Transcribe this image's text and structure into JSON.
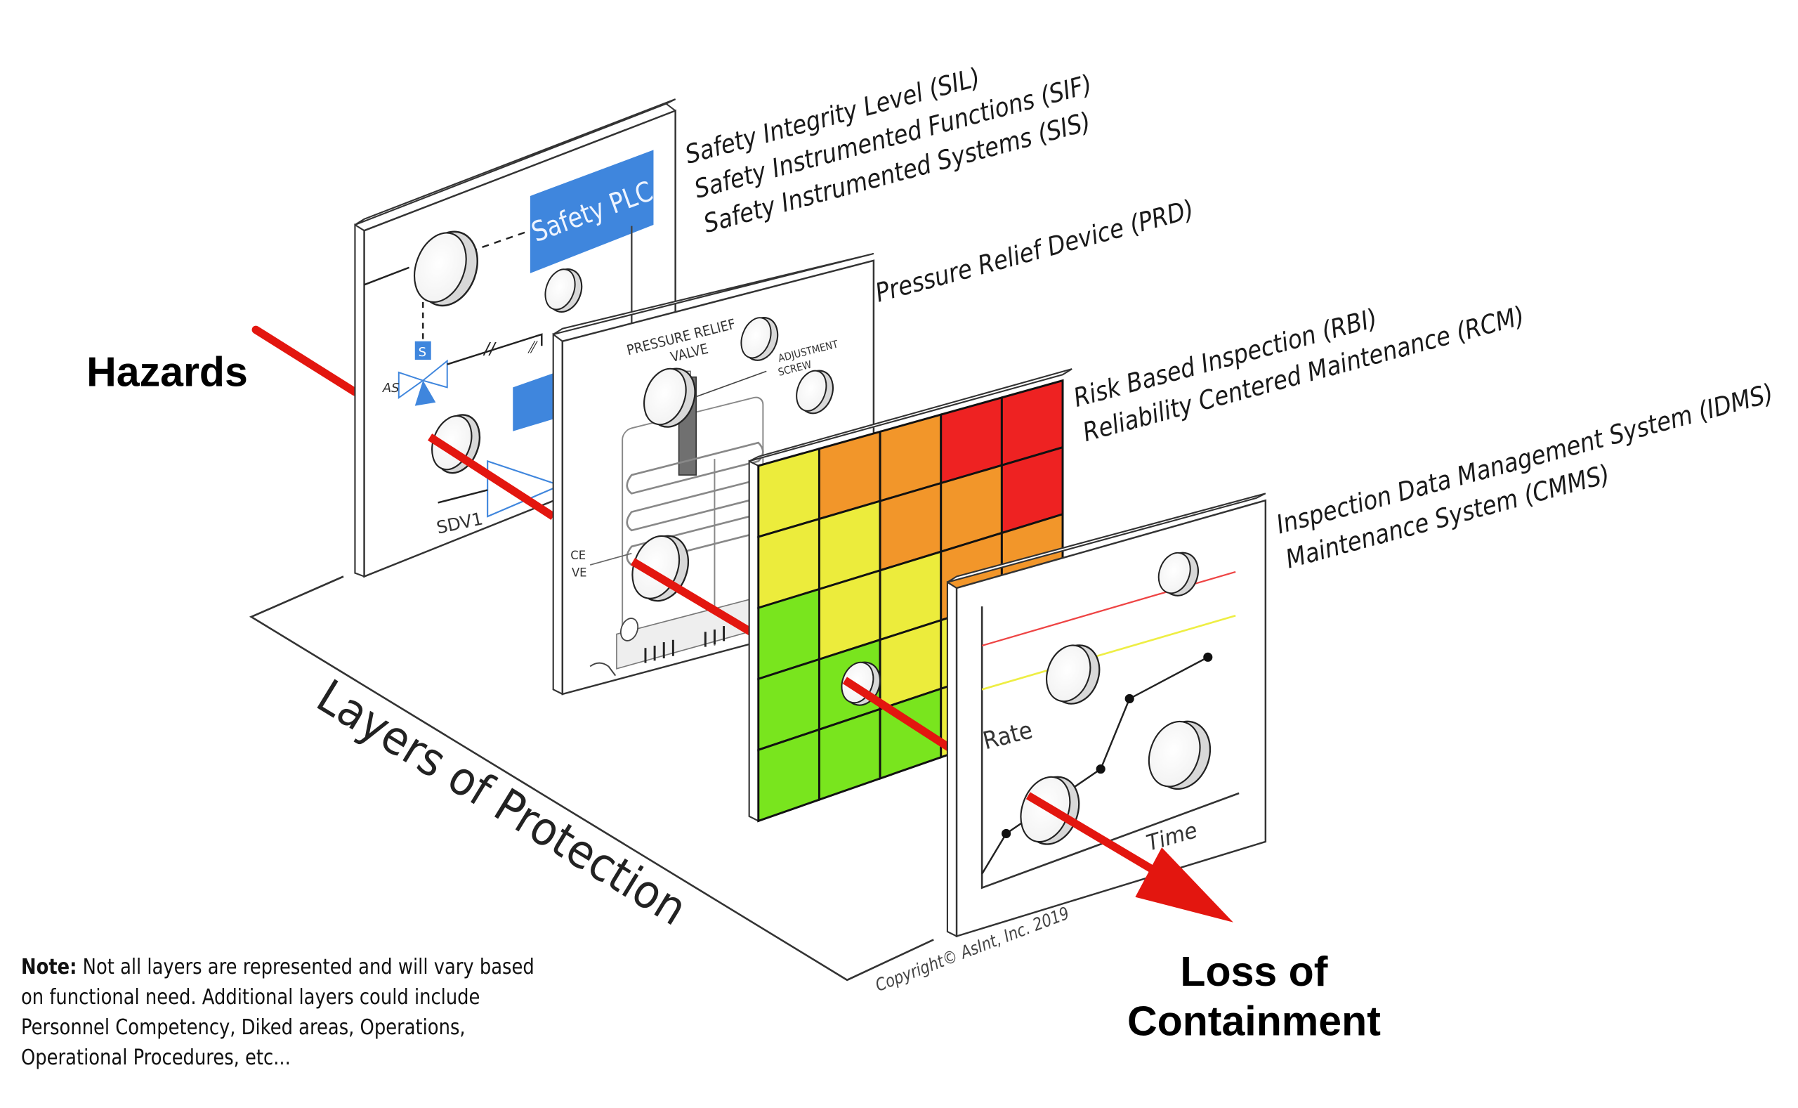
{
  "title": "Layers of Protection",
  "labels": {
    "hazards": "Hazards",
    "loss_line1": "Loss of",
    "loss_line2": "Containment",
    "layers_of_protection": "Layers of Protection",
    "copyright": "Copyright© AsInt, Inc. 2019"
  },
  "layers": [
    {
      "id": "sis",
      "captions": [
        "Safety Integrity Level (SIL)",
        "Safety Instrumented Functions (SIF)",
        "Safety Instrumented Systems (SIS)"
      ],
      "panel_texts": {
        "plc": "Safety PLC",
        "solenoid": "S",
        "as": "AS",
        "valve": "SDV1"
      }
    },
    {
      "id": "prd",
      "captions": [
        "Pressure Relief Device (PRD)"
      ],
      "panel_texts": {
        "title1": "PRESSURE RELIEF",
        "title2": "VALVE",
        "adj1": "ADJUSTMENT",
        "adj2": "SCREW",
        "side1": "CE",
        "side2": "VE"
      }
    },
    {
      "id": "rbi",
      "captions": [
        "Risk Based Inspection (RBI)",
        "Reliability Centered Maintenance (RCM)"
      ],
      "risk_matrix": [
        [
          "yellow",
          "orange",
          "orange",
          "red",
          "red"
        ],
        [
          "yellow",
          "yellow",
          "orange",
          "orange",
          "red"
        ],
        [
          "green",
          "yellow",
          "yellow",
          "orange",
          "orange"
        ],
        [
          "green",
          "green",
          "yellow",
          "yellow",
          "orange"
        ],
        [
          "green",
          "green",
          "green",
          "yellow",
          "yellow"
        ]
      ]
    },
    {
      "id": "idms",
      "captions": [
        "Inspection Data Management System (IDMS)",
        "Maintenance System (CMMS)"
      ],
      "panel_texts": {
        "y_axis": "Rate",
        "x_axis": "Time"
      }
    }
  ],
  "note": {
    "bold": "Note:",
    "text": " Not all layers are represented and will vary based on functional need.  Additional layers could include Personnel Competency, Diked areas, Operations, Operational Procedures, etc..."
  },
  "colors": {
    "arrow": "#e3160f",
    "plc_blue": "#3f86dd",
    "green": "#79e51e",
    "yellow": "#ecec3c",
    "orange": "#f2962a",
    "red": "#ee2222",
    "limit_red": "#ee4444",
    "limit_yellow": "#eeee44"
  }
}
